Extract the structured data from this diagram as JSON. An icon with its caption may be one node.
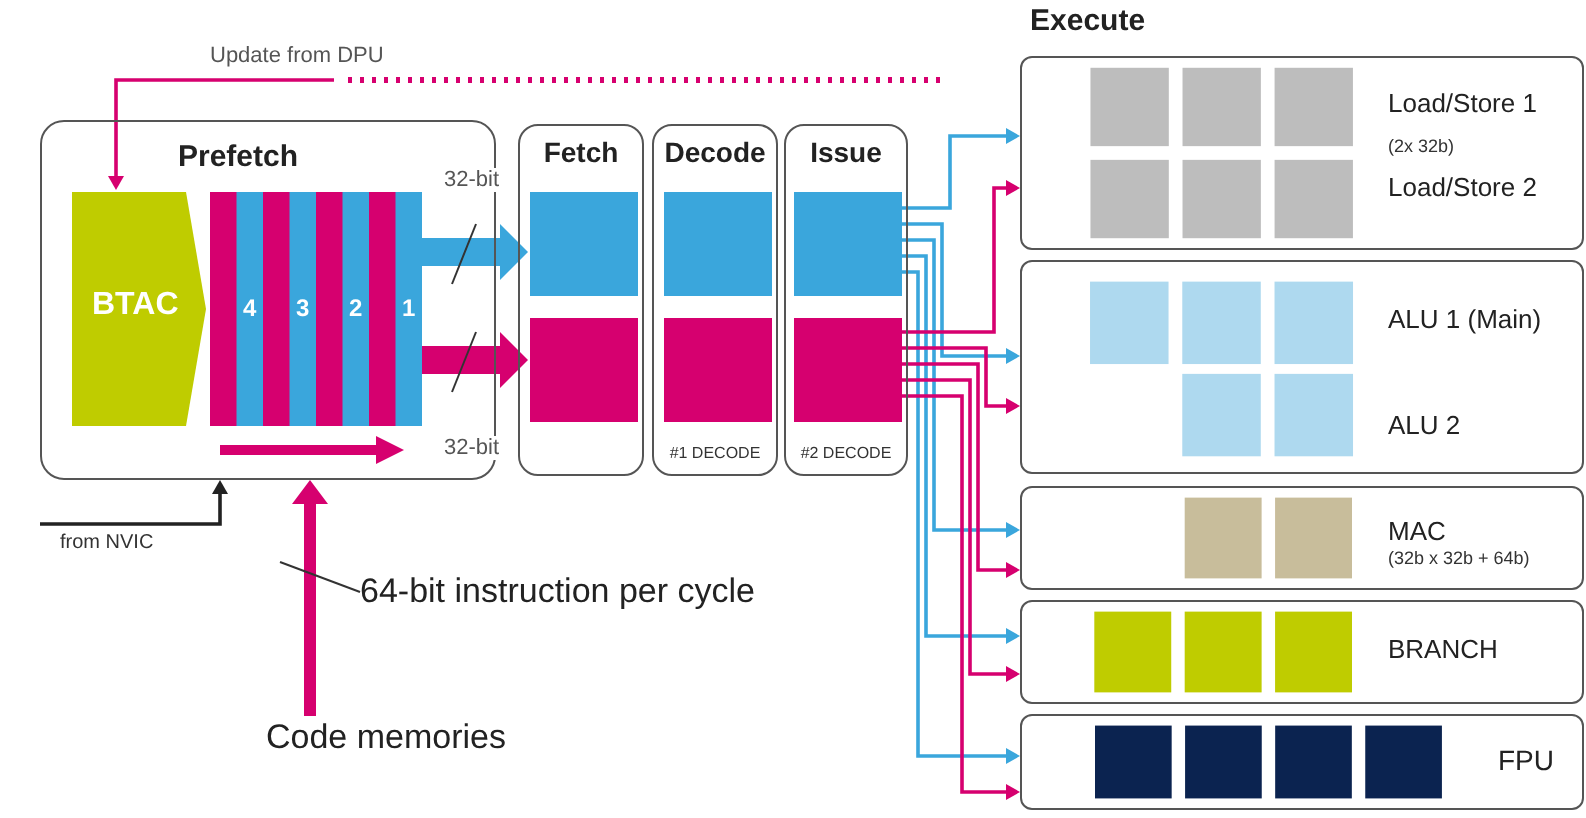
{
  "diagram": {
    "nodes": [
      {
        "text": [
          "Prefetch"
        ]
      },
      {
        "text": [
          "BTAC"
        ],
        "in": 0
      },
      {
        "text": [
          "4",
          "3",
          "2",
          "1"
        ],
        "in": 0
      },
      {
        "text": [
          "Fetch"
        ]
      },
      {
        "text": [],
        "shape": "box",
        "in": 3
      },
      {
        "text": [],
        "shape": "box",
        "in": 3
      },
      {
        "text": [
          "Decode",
          "#1 DECODE"
        ]
      },
      {
        "text": [],
        "shape": "box",
        "in": 6
      },
      {
        "text": [],
        "shape": "box",
        "in": 6
      },
      {
        "text": [
          "Issue",
          "#2 DECODE"
        ]
      },
      {
        "text": [],
        "shape": "box",
        "in": 9
      },
      {
        "text": [],
        "shape": "box",
        "in": 9
      },
      {
        "text": [
          "Load/Store 1",
          "(2x 32b)",
          "Load/Store 2"
        ]
      },
      {
        "text": [
          "ALU 1 (Main)",
          "ALU 2"
        ]
      },
      {
        "text": [
          "MAC",
          "(32b x 32b + 64b)"
        ]
      },
      {
        "text": [
          "BRANCH"
        ]
      },
      {
        "text": [
          "FPU"
        ]
      },
      {
        "text": [
          "Code memories"
        ]
      },
      {
        "text": [
          "from NVIC"
        ]
      },
      {
        "text": [
          "64-bit instruction per cycle"
        ]
      }
    ],
    "edges": [
      {
        "from": 2,
        "to": 4,
        "arrow": "to",
        "label": "32-bit",
        "style": "thick",
        "color": "#3aa6dc"
      },
      {
        "from": 2,
        "to": 5,
        "arrow": "to",
        "label": "32-bit",
        "style": "thick",
        "color": "#d6006f"
      },
      {
        "from": 17,
        "to": 0,
        "arrow": "to",
        "style": "thick",
        "color": "#d6006f"
      },
      {
        "from": 18,
        "to": 0,
        "arrow": "to",
        "color": "#222222"
      },
      {
        "from": null,
        "to": 1,
        "arrow": "to",
        "label": "Update from DPU",
        "color": "#d6006f"
      },
      {
        "from": 10,
        "to": 12,
        "arrow": "to",
        "color": "#3aa6dc"
      },
      {
        "from": 10,
        "to": 13,
        "arrow": "to",
        "color": "#3aa6dc"
      },
      {
        "from": 10,
        "to": 14,
        "arrow": "to",
        "color": "#3aa6dc"
      },
      {
        "from": 10,
        "to": 15,
        "arrow": "to",
        "color": "#3aa6dc"
      },
      {
        "from": 10,
        "to": 16,
        "arrow": "to",
        "color": "#3aa6dc"
      },
      {
        "from": 11,
        "to": 12,
        "arrow": "to",
        "color": "#d6006f"
      },
      {
        "from": 11,
        "to": 13,
        "arrow": "to",
        "color": "#d6006f"
      },
      {
        "from": 11,
        "to": 14,
        "arrow": "to",
        "color": "#d6006f"
      },
      {
        "from": 11,
        "to": 15,
        "arrow": "to",
        "color": "#d6006f"
      },
      {
        "from": 11,
        "to": 16,
        "arrow": "to",
        "color": "#d6006f"
      },
      {
        "from": 19,
        "to": null,
        "arrow": "none",
        "color": "#333333"
      }
    ],
    "labels": [
      "Execute"
    ]
  }
}
